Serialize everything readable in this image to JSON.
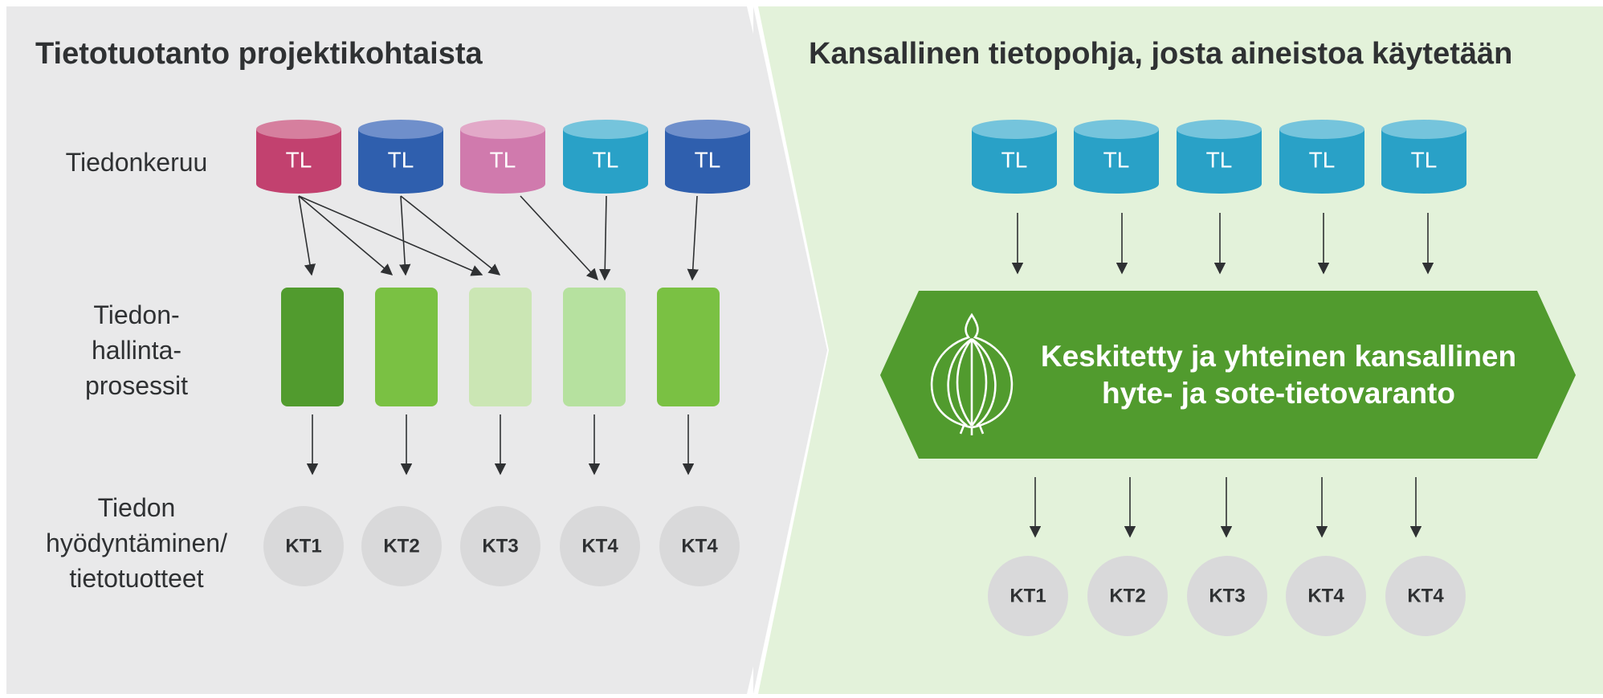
{
  "left": {
    "title": "Tietotuotanto projektikohtaista",
    "rows": {
      "collection": "Tiedonkeruu",
      "management": [
        "Tiedon-",
        "hallinta-",
        "prosessit"
      ],
      "usage": [
        "Tiedon",
        "hyödyntäminen/",
        "tietotuotteet"
      ]
    },
    "databases": [
      {
        "label": "TL",
        "color": "#c2416f",
        "top": "#d67f9e"
      },
      {
        "label": "TL",
        "color": "#2f5fae",
        "top": "#6f8fcb"
      },
      {
        "label": "TL",
        "color": "#d07aad",
        "top": "#e2a9c8"
      },
      {
        "label": "TL",
        "color": "#29a1c7",
        "top": "#75c4dc"
      },
      {
        "label": "TL",
        "color": "#2f5fae",
        "top": "#6f8fcb"
      }
    ],
    "processes": [
      {
        "color": "#519b2e"
      },
      {
        "color": "#7ac143"
      },
      {
        "color": "#cbe6b4"
      },
      {
        "color": "#b6e19f"
      },
      {
        "color": "#7ac143"
      }
    ],
    "products": [
      "KT1",
      "KT2",
      "KT3",
      "KT4",
      "KT4"
    ]
  },
  "right": {
    "title": "Kansallinen tietopohja, josta aineistoa käytetään",
    "databases": [
      {
        "label": "TL"
      },
      {
        "label": "TL"
      },
      {
        "label": "TL"
      },
      {
        "label": "TL"
      },
      {
        "label": "TL"
      }
    ],
    "hub_lines": [
      "Keskitetty ja yhteinen kansallinen",
      "hyte- ja sote-tietovaranto"
    ],
    "hub_icon": "onion-icon",
    "products": [
      "KT1",
      "KT2",
      "KT3",
      "KT4",
      "KT4"
    ]
  },
  "colors": {
    "left_bg": "#e9e9ea",
    "right_bg": "#e3f2da",
    "hub": "#519b2e",
    "db_teal": "#29a1c7",
    "db_teal_top": "#75c4dc",
    "circle": "#d9d9da",
    "text": "#2f3133"
  }
}
